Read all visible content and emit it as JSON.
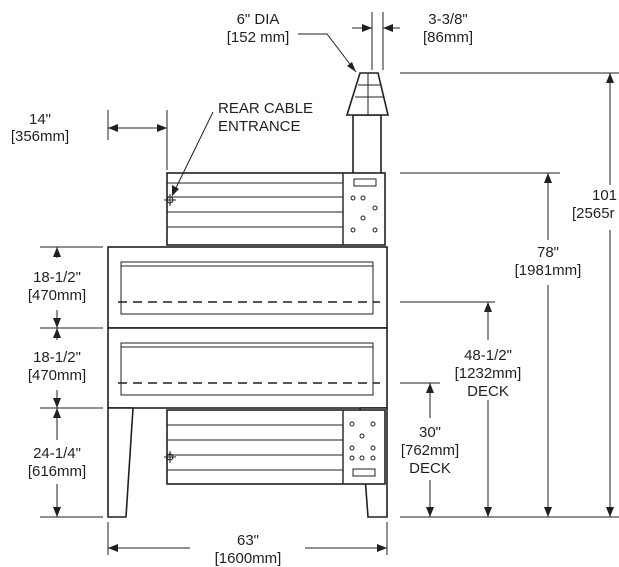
{
  "dimensions": {
    "flue_diameter": {
      "imperial": "6\" DIA",
      "metric": "[152 mm]"
    },
    "flue_offset": {
      "imperial": "3-3/8\"",
      "metric": "[86mm]"
    },
    "cable_offset": {
      "imperial": "14\"",
      "metric": "[356mm]"
    },
    "rear_cable": {
      "line1": "REAR CABLE",
      "line2": "ENTRANCE"
    },
    "upper_deck_height": {
      "imperial": "18-1/2\"",
      "metric": "[470mm]"
    },
    "lower_deck_height": {
      "imperial": "18-1/2\"",
      "metric": "[470mm]"
    },
    "stand_height": {
      "imperial": "24-1/4\"",
      "metric": "[616mm]"
    },
    "overall_height": {
      "imperial": "101",
      "metric": "[2565r"
    },
    "top_height": {
      "imperial": "78\"",
      "metric": "[1981mm]"
    },
    "upper_deck_floor": {
      "imperial": "48-1/2\"",
      "metric": "[1232mm]",
      "note": "DECK"
    },
    "lower_deck_floor": {
      "imperial": "30\"",
      "metric": "[762mm]",
      "note": "DECK"
    },
    "overall_width": {
      "imperial": "63\"",
      "metric": "[1600mm]"
    }
  }
}
